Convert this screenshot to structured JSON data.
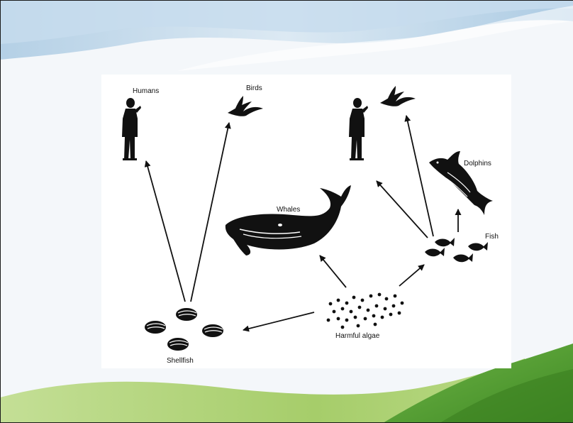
{
  "diagram": {
    "labels": {
      "humans": "Humans",
      "birds": "Birds",
      "whales": "Whales",
      "dolphins": "Dolphins",
      "fish": "Fish",
      "shellfish": "Shellfish",
      "harmful_algae": "Harmful algae"
    },
    "flows": [
      {
        "from": "Harmful algae",
        "to": "Shellfish"
      },
      {
        "from": "Harmful algae",
        "to": "Whales"
      },
      {
        "from": "Harmful algae",
        "to": "Fish"
      },
      {
        "from": "Shellfish",
        "to": "Humans"
      },
      {
        "from": "Shellfish",
        "to": "Birds"
      },
      {
        "from": "Fish",
        "to": "Humans"
      },
      {
        "from": "Fish",
        "to": "Birds"
      },
      {
        "from": "Fish",
        "to": "Dolphins"
      }
    ]
  },
  "colors": {
    "slide_background": "#f4f7fa",
    "sky_wave": "#bcd6ea",
    "grass_light": "#a9cf6a",
    "grass_dark": "#4f9a2e",
    "ink": "#111111"
  },
  "icons": [
    "human-silhouette-icon",
    "bird-silhouette-icon",
    "whale-silhouette-icon",
    "dolphin-silhouette-icon",
    "fish-school-icon",
    "shellfish-icon",
    "algae-dots-icon"
  ]
}
